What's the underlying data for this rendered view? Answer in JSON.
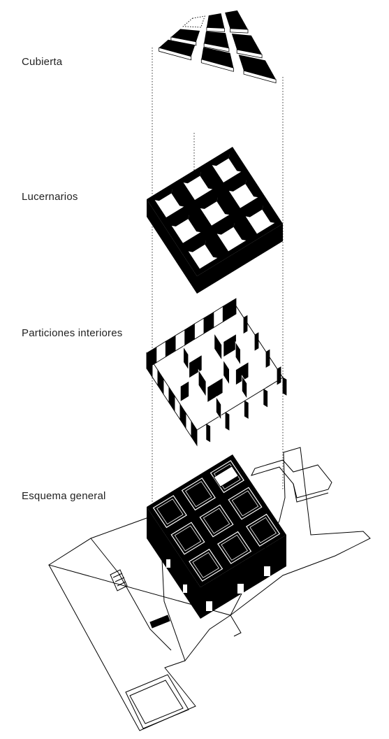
{
  "layers": [
    {
      "label": "Cubierta"
    },
    {
      "label": "Lucernarios"
    },
    {
      "label": "Particiones interiores"
    },
    {
      "label": "Esquema general"
    }
  ],
  "colors": {
    "ink": "#000000",
    "paper": "#ffffff",
    "text": "#222222"
  }
}
